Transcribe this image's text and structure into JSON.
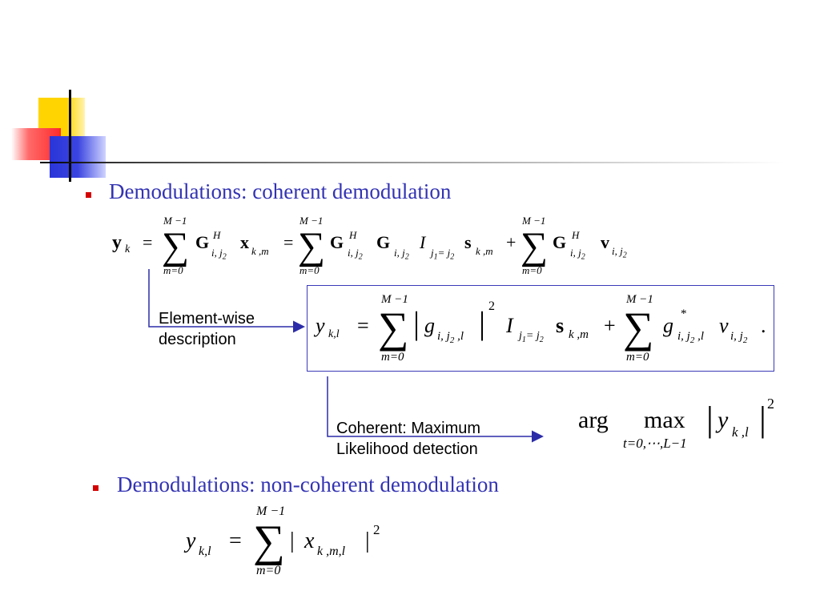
{
  "bullets": [
    {
      "text": "Demodulations: coherent demodulation"
    },
    {
      "text": "Demodulations: non-coherent demodulation"
    }
  ],
  "captions": {
    "element_wise": [
      "Element-wise",
      "description"
    ],
    "coherent_ml": [
      "Coherent: Maximum",
      "Likelihood detection"
    ]
  },
  "colors": {
    "heading": "#3333b3",
    "bullet": "#d40000",
    "box_border": "#3a3ab8",
    "arrow": "#2c2ca8"
  },
  "equations": {
    "vector_model": {
      "sum_upper": "M −1",
      "sum_lower": "m=0",
      "lhs": "y",
      "lhs_sub": "k"
    },
    "element_wise": {
      "sum_upper": "M −1",
      "sum_lower": "m=0",
      "lhs": "y",
      "lhs_sub": "k,l",
      "power": "2"
    },
    "ml_detection": {
      "op1": "arg",
      "op2": "max",
      "range": "t=0,⋯,L−1",
      "power": "2"
    },
    "noncoherent": {
      "sum_upper": "M −1",
      "sum_lower": "m=0",
      "lhs": "y",
      "lhs_sub": "k,l",
      "power": "2"
    }
  }
}
